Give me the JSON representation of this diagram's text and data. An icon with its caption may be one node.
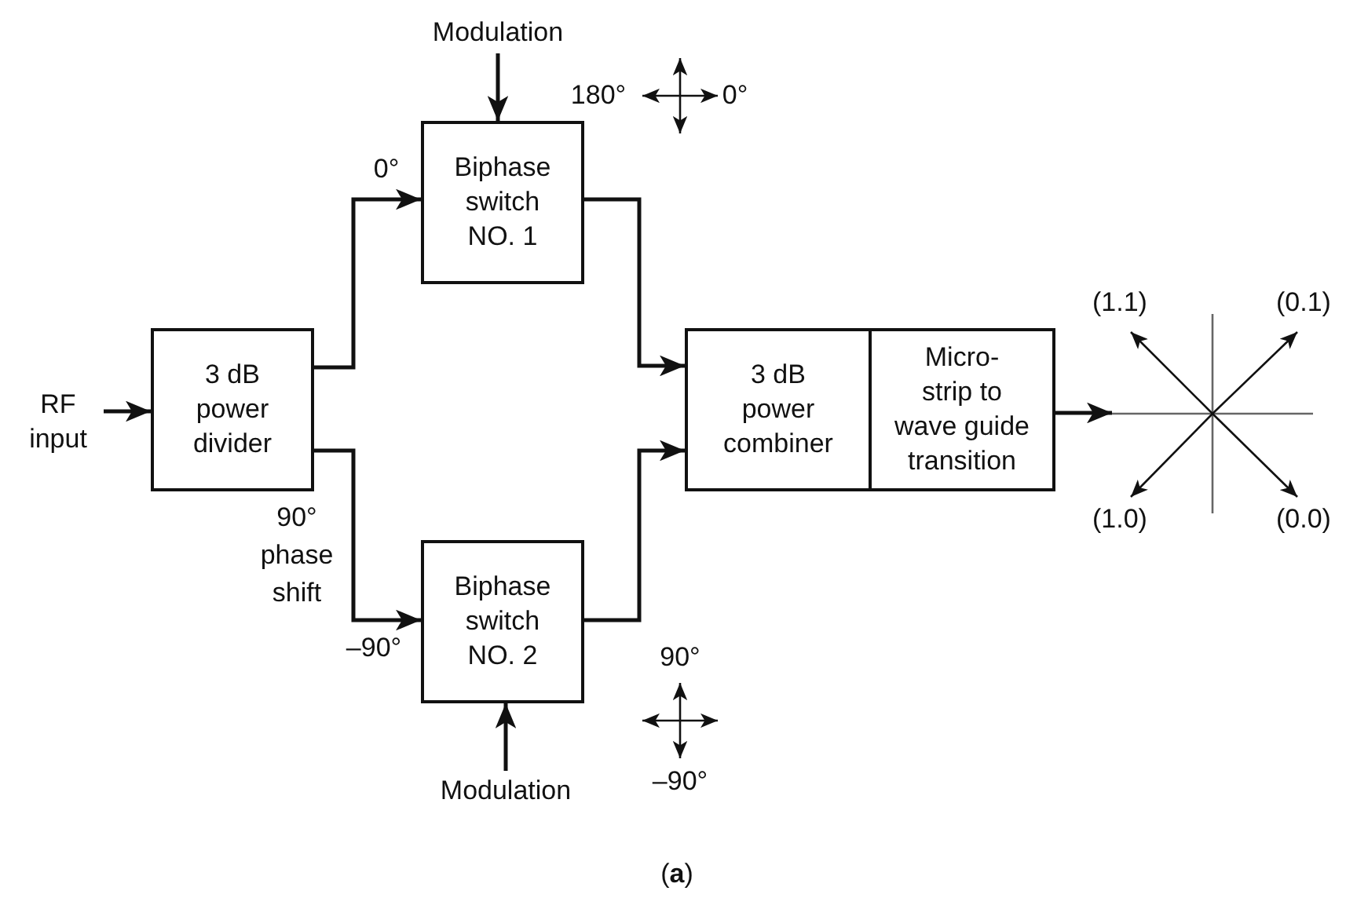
{
  "diagram": {
    "caption": "(**a**)",
    "nodes": [
      {
        "text": [
          "RF input"
        ]
      },
      {
        "text": [
          "3 dB power divider"
        ]
      },
      {
        "text": [
          "Modulation"
        ]
      },
      {
        "text": [
          "Biphase switch NO. 1"
        ]
      },
      {
        "text": [
          "Modulation"
        ]
      },
      {
        "text": [
          "Biphase switch NO. 2"
        ]
      },
      {
        "text": [
          "3 dB power combiner"
        ]
      },
      {
        "text": [
          "Micro- strip to wave guide transition"
        ]
      },
      {
        "text": [],
        "shape": "picture"
      }
    ],
    "edges": [
      {
        "from": 0,
        "to": 1,
        "arrow": "to"
      },
      {
        "from": 1,
        "to": 3,
        "arrow": "to",
        "label": "0°"
      },
      {
        "from": 1,
        "to": 5,
        "arrow": "to",
        "label": "90° phase shift"
      },
      {
        "from": 2,
        "to": 3,
        "arrow": "to"
      },
      {
        "from": 4,
        "to": 5,
        "arrow": "to"
      },
      {
        "from": 3,
        "to": 6,
        "arrow": "to"
      },
      {
        "from": 5,
        "to": 6,
        "arrow": "to"
      },
      {
        "from": 7,
        "to": 8,
        "arrow": "to"
      }
    ],
    "labels": [
      "180°",
      "0°",
      "(1.1)",
      "(0.1)",
      "(1.0)",
      "(0.0)",
      "–90°",
      "90°",
      "–90°"
    ]
  }
}
